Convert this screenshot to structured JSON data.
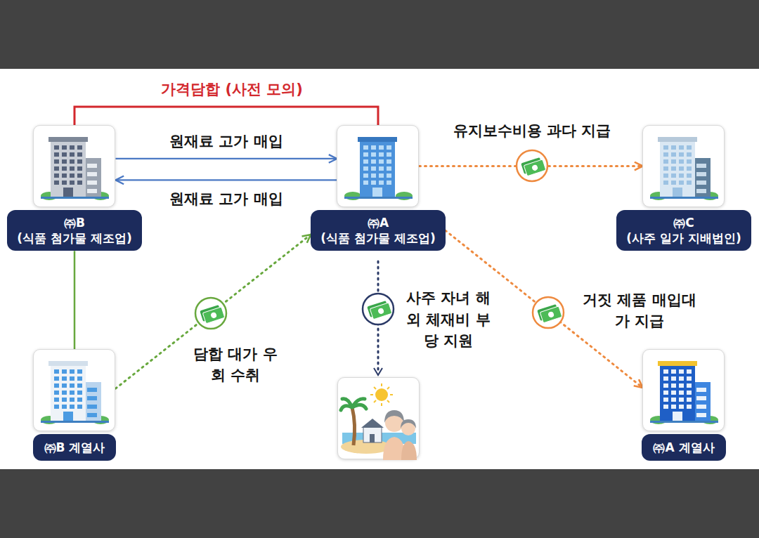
{
  "diagram": {
    "nodes": [
      {
        "text": [
          "㈜B",
          "(식품 첨가물 제조업)"
        ]
      },
      {
        "text": [
          "㈜A",
          "(식품 첨가물 제조업)"
        ]
      },
      {
        "text": [
          "㈜C",
          "(사주 일가 지배법인)"
        ]
      },
      {
        "text": [
          "㈜B 계열사"
        ]
      },
      {
        "text": [
          "㈜A 계열사"
        ]
      }
    ],
    "edges": [
      {
        "from": 0,
        "to": 1,
        "arrow": "to",
        "label": "원재료 고가 매입"
      },
      {
        "from": 1,
        "to": 0,
        "arrow": "to",
        "label": "원재료 고가 매입"
      },
      {
        "from": 0,
        "to": 1,
        "arrow": "none",
        "label": "가격담합 (사전 모의)"
      },
      {
        "from": 1,
        "to": 2,
        "arrow": "to",
        "label": "유지보수비용 과다 지급"
      },
      {
        "from": 1,
        "to": 4,
        "arrow": "to",
        "label": "거짓 제품 매입대가 지급"
      },
      {
        "from": 3,
        "to": 1,
        "arrow": "to",
        "label": "담합 대가 우회 수취"
      },
      {
        "from": 0,
        "to": 3,
        "arrow": "none"
      }
    ],
    "labels": [
      "사주 자녀 해외 체재비 부당 지원"
    ]
  }
}
